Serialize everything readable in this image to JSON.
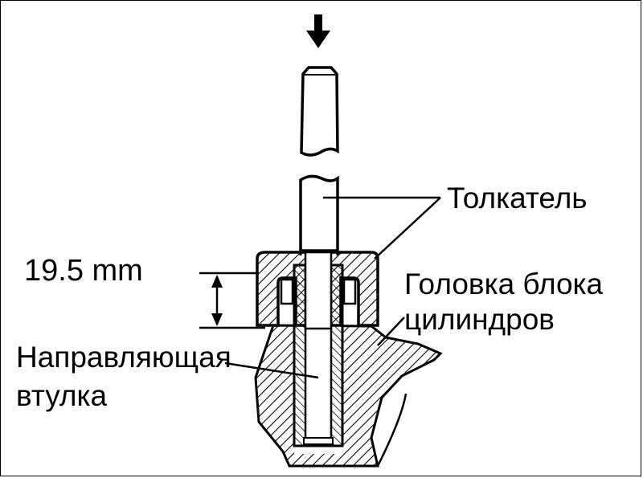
{
  "labels": {
    "pusher": "Толкатель",
    "head_line1": "Головка блока",
    "head_line2": "цилиндров",
    "guide_line1": "Направляющая",
    "guide_line2": "втулка",
    "dimension": "19.5 mm"
  },
  "icons": {
    "press_direction": "down-arrow-icon"
  },
  "colors": {
    "ink": "#000000",
    "background": "#ffffff"
  }
}
